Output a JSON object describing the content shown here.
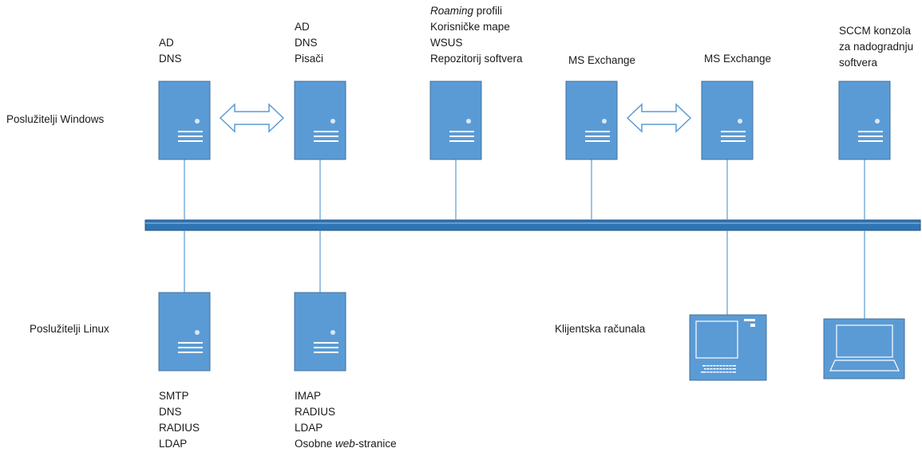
{
  "row_labels": {
    "windows": "Poslužitelji Windows",
    "linux": "Poslužitelji Linux",
    "clients": "Klijentska računala"
  },
  "windows_servers": [
    {
      "lines": [
        "AD",
        "DNS"
      ]
    },
    {
      "lines": [
        "AD",
        "DNS",
        "Pisači"
      ]
    },
    {
      "lines": [
        "profili",
        "Korisničke mape",
        "WSUS",
        "Repozitorij softvera"
      ],
      "italic_prefix": "Roaming"
    },
    {
      "lines": [
        "MS Exchange"
      ]
    },
    {
      "lines": [
        "MS Exchange"
      ]
    },
    {
      "lines": [
        "SCCM konzola",
        "za nadogradnju",
        "softvera"
      ]
    }
  ],
  "linux_servers": [
    {
      "lines": [
        "SMTP",
        "DNS",
        "RADIUS",
        "LDAP"
      ]
    },
    {
      "lines": [
        "IMAP",
        "RADIUS",
        "LDAP",
        "-stranice"
      ],
      "last_prefix": "Osobne ",
      "last_italic": "web"
    }
  ],
  "colors": {
    "server_fill": "#5b9bd5",
    "server_stroke": "#41719c",
    "bus": "#2e75b6",
    "line": "#5b9bd5"
  },
  "icons": [
    "server-icon",
    "double-arrow-icon",
    "desktop-computer-icon",
    "laptop-icon"
  ]
}
